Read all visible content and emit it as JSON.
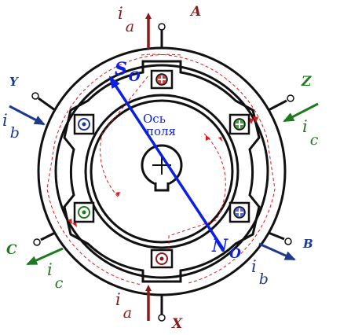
{
  "labels": {
    "terminal_a": "A",
    "terminal_x": "X",
    "terminal_b": "B",
    "terminal_y": "Y",
    "terminal_c": "C",
    "terminal_z": "Z",
    "current_a_top": "i",
    "current_a_top_sub": "a",
    "current_a_bottom": "i",
    "current_a_bottom_sub": "a",
    "current_b_left": "i",
    "current_b_left_sub": "b",
    "current_b_right": "i",
    "current_b_right_sub": "b",
    "current_c_left": "i",
    "current_c_left_sub": "c",
    "current_c_right": "i",
    "current_c_right_sub": "c",
    "pole_s": "S",
    "pole_s_sub": "O",
    "pole_n": "N",
    "pole_n_sub": "O",
    "axis_line1": "Ось",
    "axis_line2": "поля"
  },
  "colors": {
    "phase_a": "#8b1a1a",
    "phase_b": "#1f3a8a",
    "phase_c": "#1f7a1f",
    "field_axis": "#0a1ee6",
    "flux_lines": "#e01818",
    "outline": "#111111"
  }
}
